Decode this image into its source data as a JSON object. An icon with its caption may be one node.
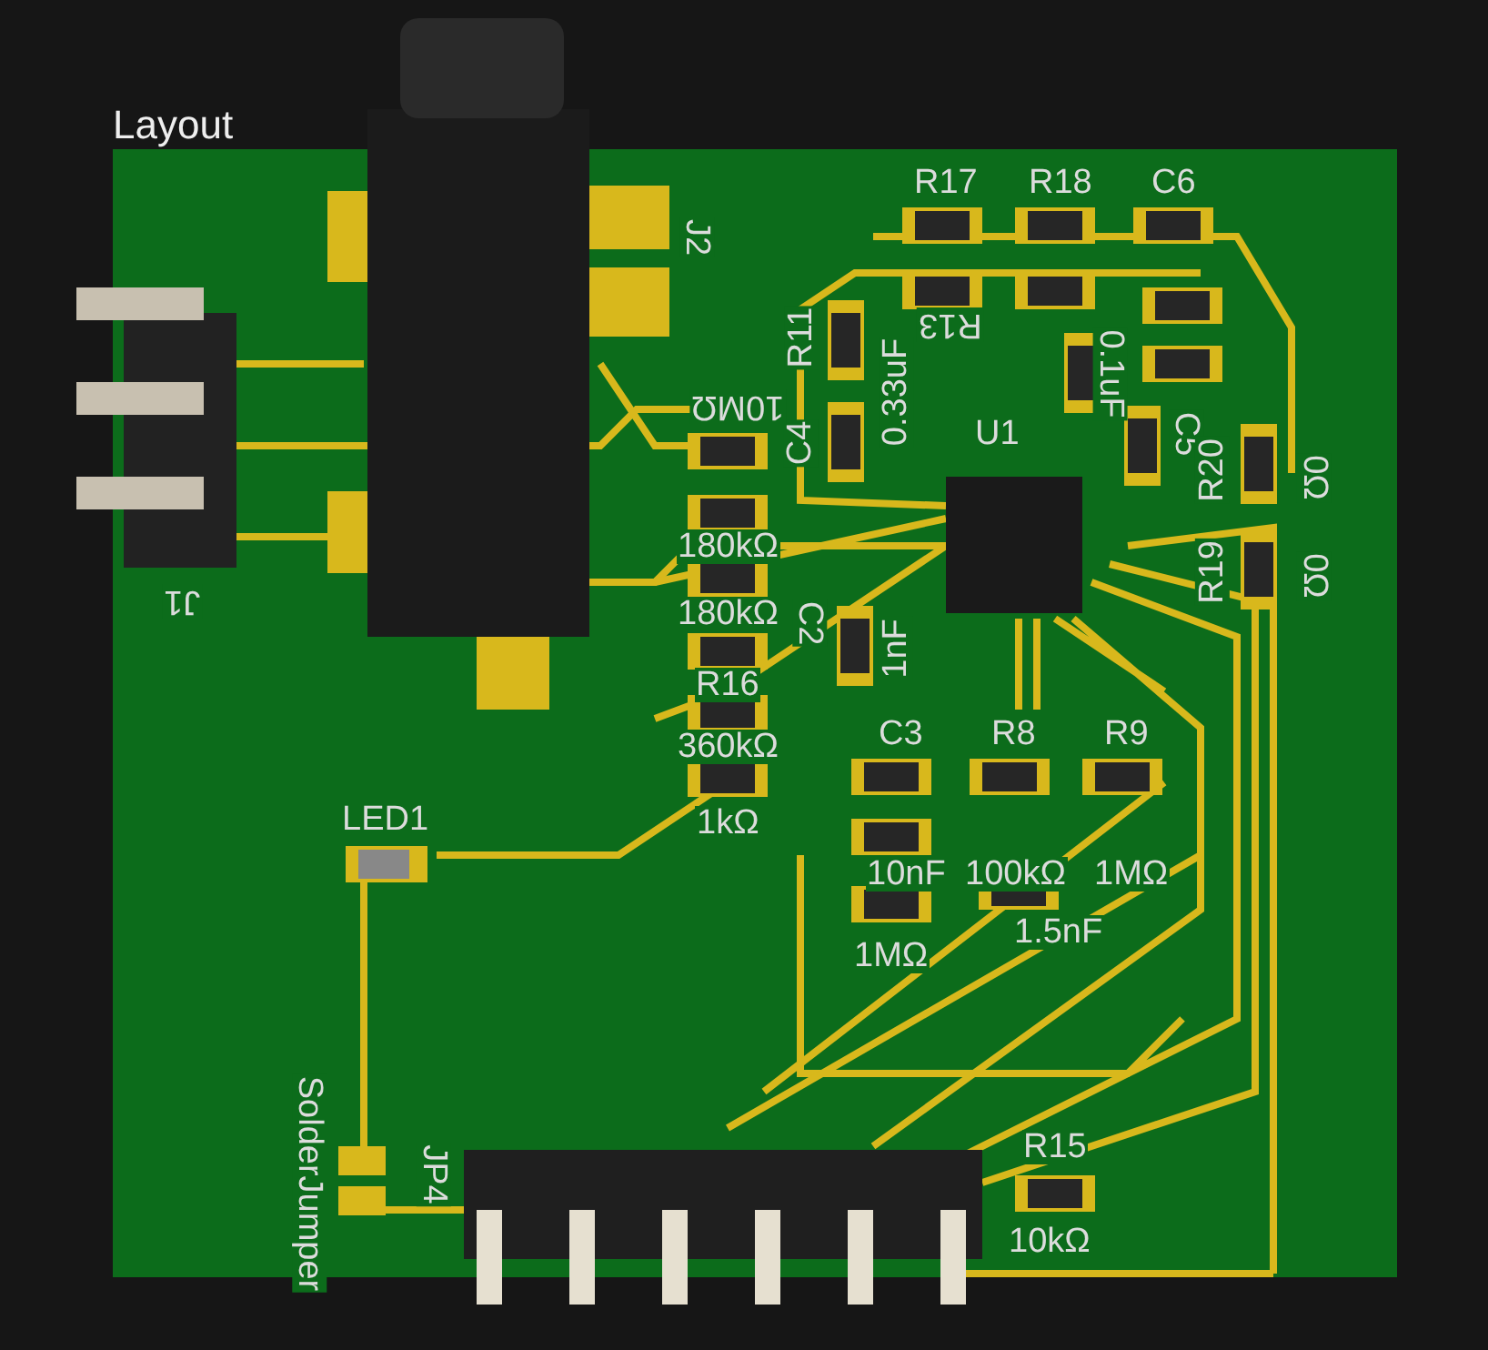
{
  "diagram": {
    "title": "Layout",
    "labels": [
      "J2",
      "J1",
      "R17",
      "R18",
      "C6",
      "R11",
      "C4",
      "0.33uF",
      "10MΩ",
      "R13",
      "U1",
      "0.1uF",
      "C5",
      "R20",
      "0Ω",
      "R19",
      "0Ω",
      "180kΩ",
      "180kΩ",
      "C2",
      "1nF",
      "R16",
      "360kΩ",
      "1kΩ",
      "C3",
      "R8",
      "R9",
      "10nF",
      "100kΩ",
      "1MΩ",
      "1.5nF",
      "1MΩ",
      "LED1",
      "SolderJumper",
      "JP4",
      "R15",
      "10kΩ"
    ]
  }
}
